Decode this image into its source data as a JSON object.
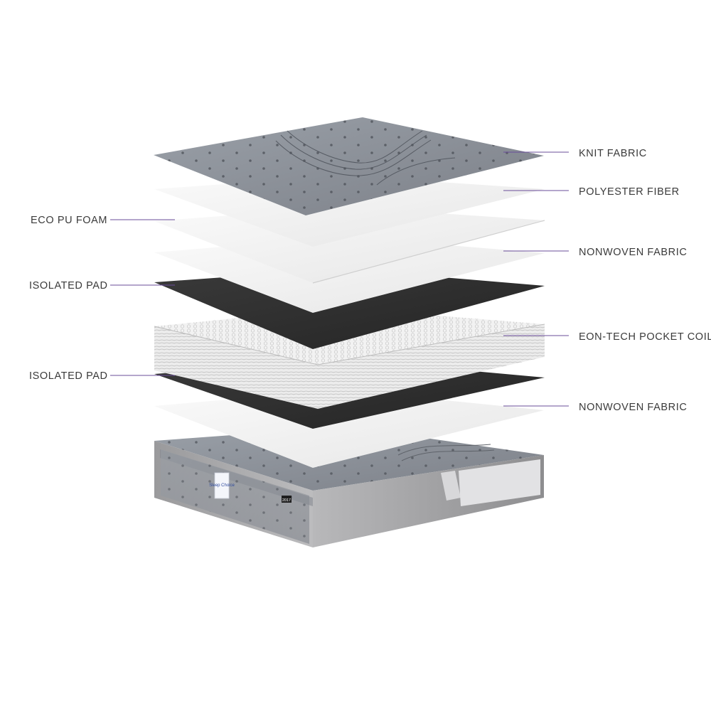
{
  "colors": {
    "knit": "#8e929a",
    "white_layer": "#f3f3f3",
    "dark_pad": "#2f2f2f",
    "coil": "#e4e4e4",
    "callout_line": "#6a4c9a",
    "label_text": "#3a3a3a"
  },
  "right_labels": [
    {
      "id": "knit-fabric",
      "text": "KNIT FABRIC"
    },
    {
      "id": "polyester-fiber",
      "text": "POLYESTER FIBER"
    },
    {
      "id": "nonwoven-fabric-top",
      "text": "NONWOVEN FABRIC"
    },
    {
      "id": "pocket-coil",
      "text": "EON-TECH POCKET COIL"
    },
    {
      "id": "nonwoven-fabric-bottom",
      "text": "NONWOVEN FABRIC"
    }
  ],
  "left_labels": [
    {
      "id": "eco-pu-foam",
      "text": "ECO PU FOAM"
    },
    {
      "id": "isolated-pad-top",
      "text": "ISOLATED PAD"
    },
    {
      "id": "isolated-pad-bottom",
      "text": "ISOLATED PAD"
    }
  ],
  "brand_logo_text": "Sleep Choice",
  "tag_text": "2017"
}
